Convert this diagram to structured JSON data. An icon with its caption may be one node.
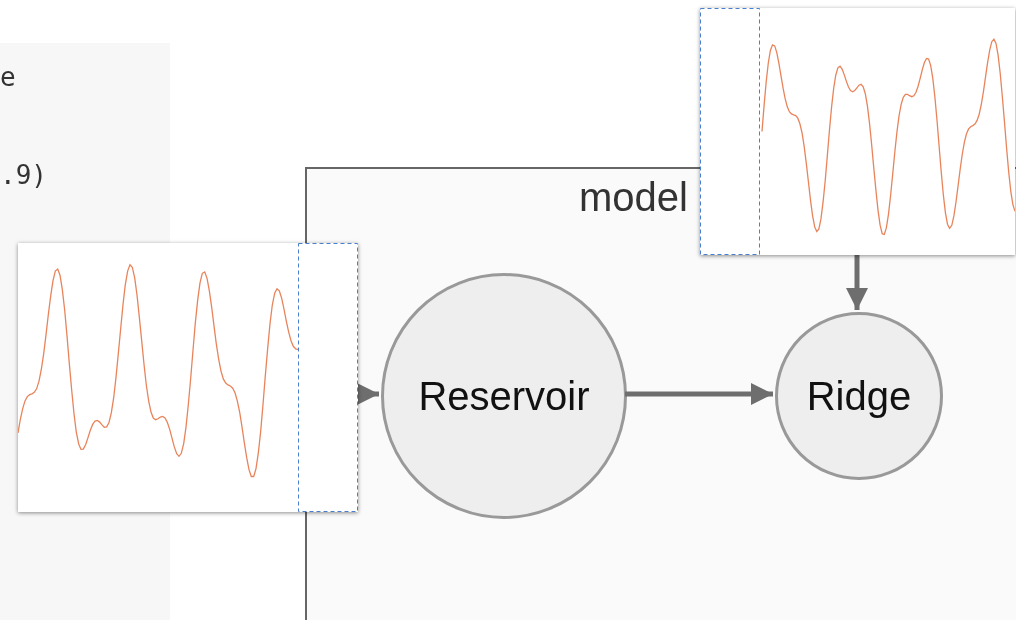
{
  "diagram": {
    "nodes": [
      {
        "text": [],
        "shape": "picture"
      },
      {
        "text": [
          "model"
        ]
      },
      {
        "text": [],
        "shape": "picture"
      },
      {
        "text": [
          "Reservoir"
        ],
        "in": 1
      },
      {
        "text": [
          "Ridge"
        ],
        "in": 1
      }
    ],
    "edges": [
      {
        "from": 2,
        "to": 3,
        "arrow": "to"
      },
      {
        "from": 3,
        "to": 4,
        "arrow": "to"
      },
      {
        "from": 0,
        "to": 4,
        "arrow": "to"
      }
    ],
    "labels": [
      "e",
      ".9)"
    ]
  }
}
